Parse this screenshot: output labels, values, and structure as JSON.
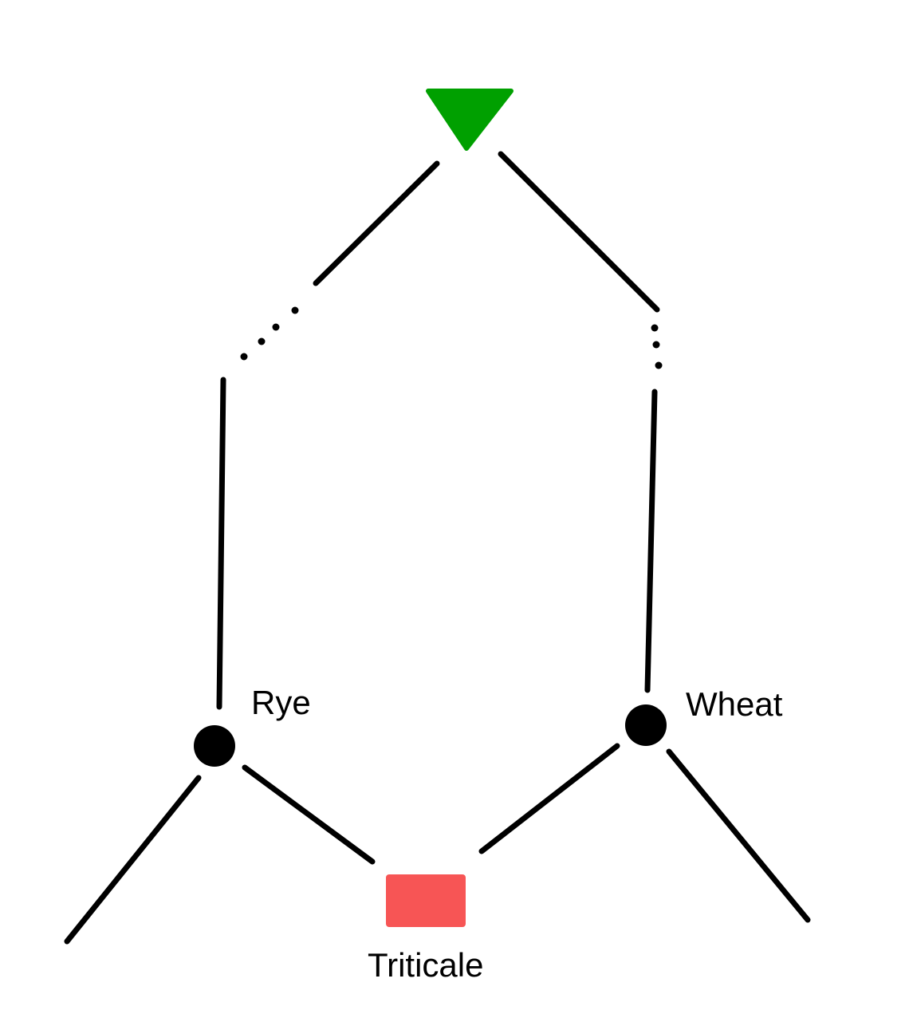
{
  "colors": {
    "ancestor": "#00a000",
    "hybrid": "#f75555",
    "line": "#000000",
    "background": "#ffffff"
  },
  "nodes": {
    "ancestor": {
      "shape": "triangle-down-icon",
      "label": ""
    },
    "rye": {
      "shape": "circle",
      "label": "Rye"
    },
    "wheat": {
      "shape": "circle",
      "label": "Wheat"
    },
    "triticale": {
      "shape": "rectangle",
      "label": "Triticale"
    }
  },
  "edges": [
    {
      "from": "ancestor",
      "to": "rye",
      "style": "solid-dotted-solid"
    },
    {
      "from": "ancestor",
      "to": "wheat",
      "style": "solid-dotted-solid"
    },
    {
      "from": "rye",
      "to": "triticale",
      "style": "solid"
    },
    {
      "from": "wheat",
      "to": "triticale",
      "style": "solid"
    },
    {
      "from": "rye",
      "to": "offscreen",
      "style": "solid"
    },
    {
      "from": "wheat",
      "to": "offscreen",
      "style": "solid"
    }
  ]
}
